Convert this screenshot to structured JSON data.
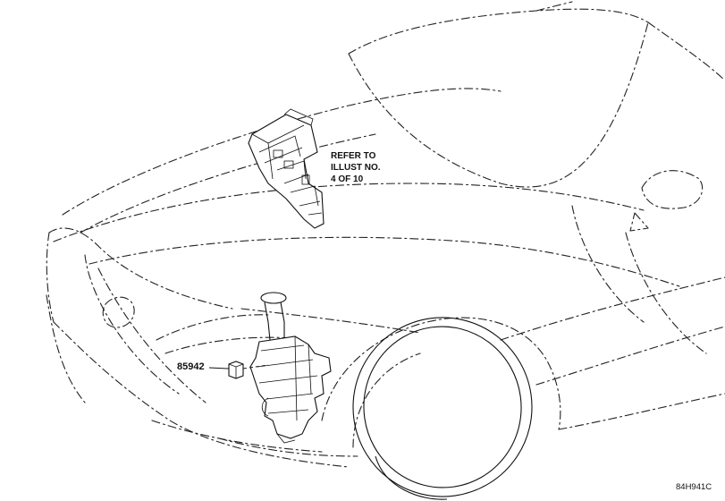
{
  "callouts": {
    "refer_line1": "REFER TO",
    "refer_line2": "ILLUST NO.",
    "refer_line3": "4 OF 10",
    "part_number": "85942"
  },
  "illustration_code": "84H941C"
}
